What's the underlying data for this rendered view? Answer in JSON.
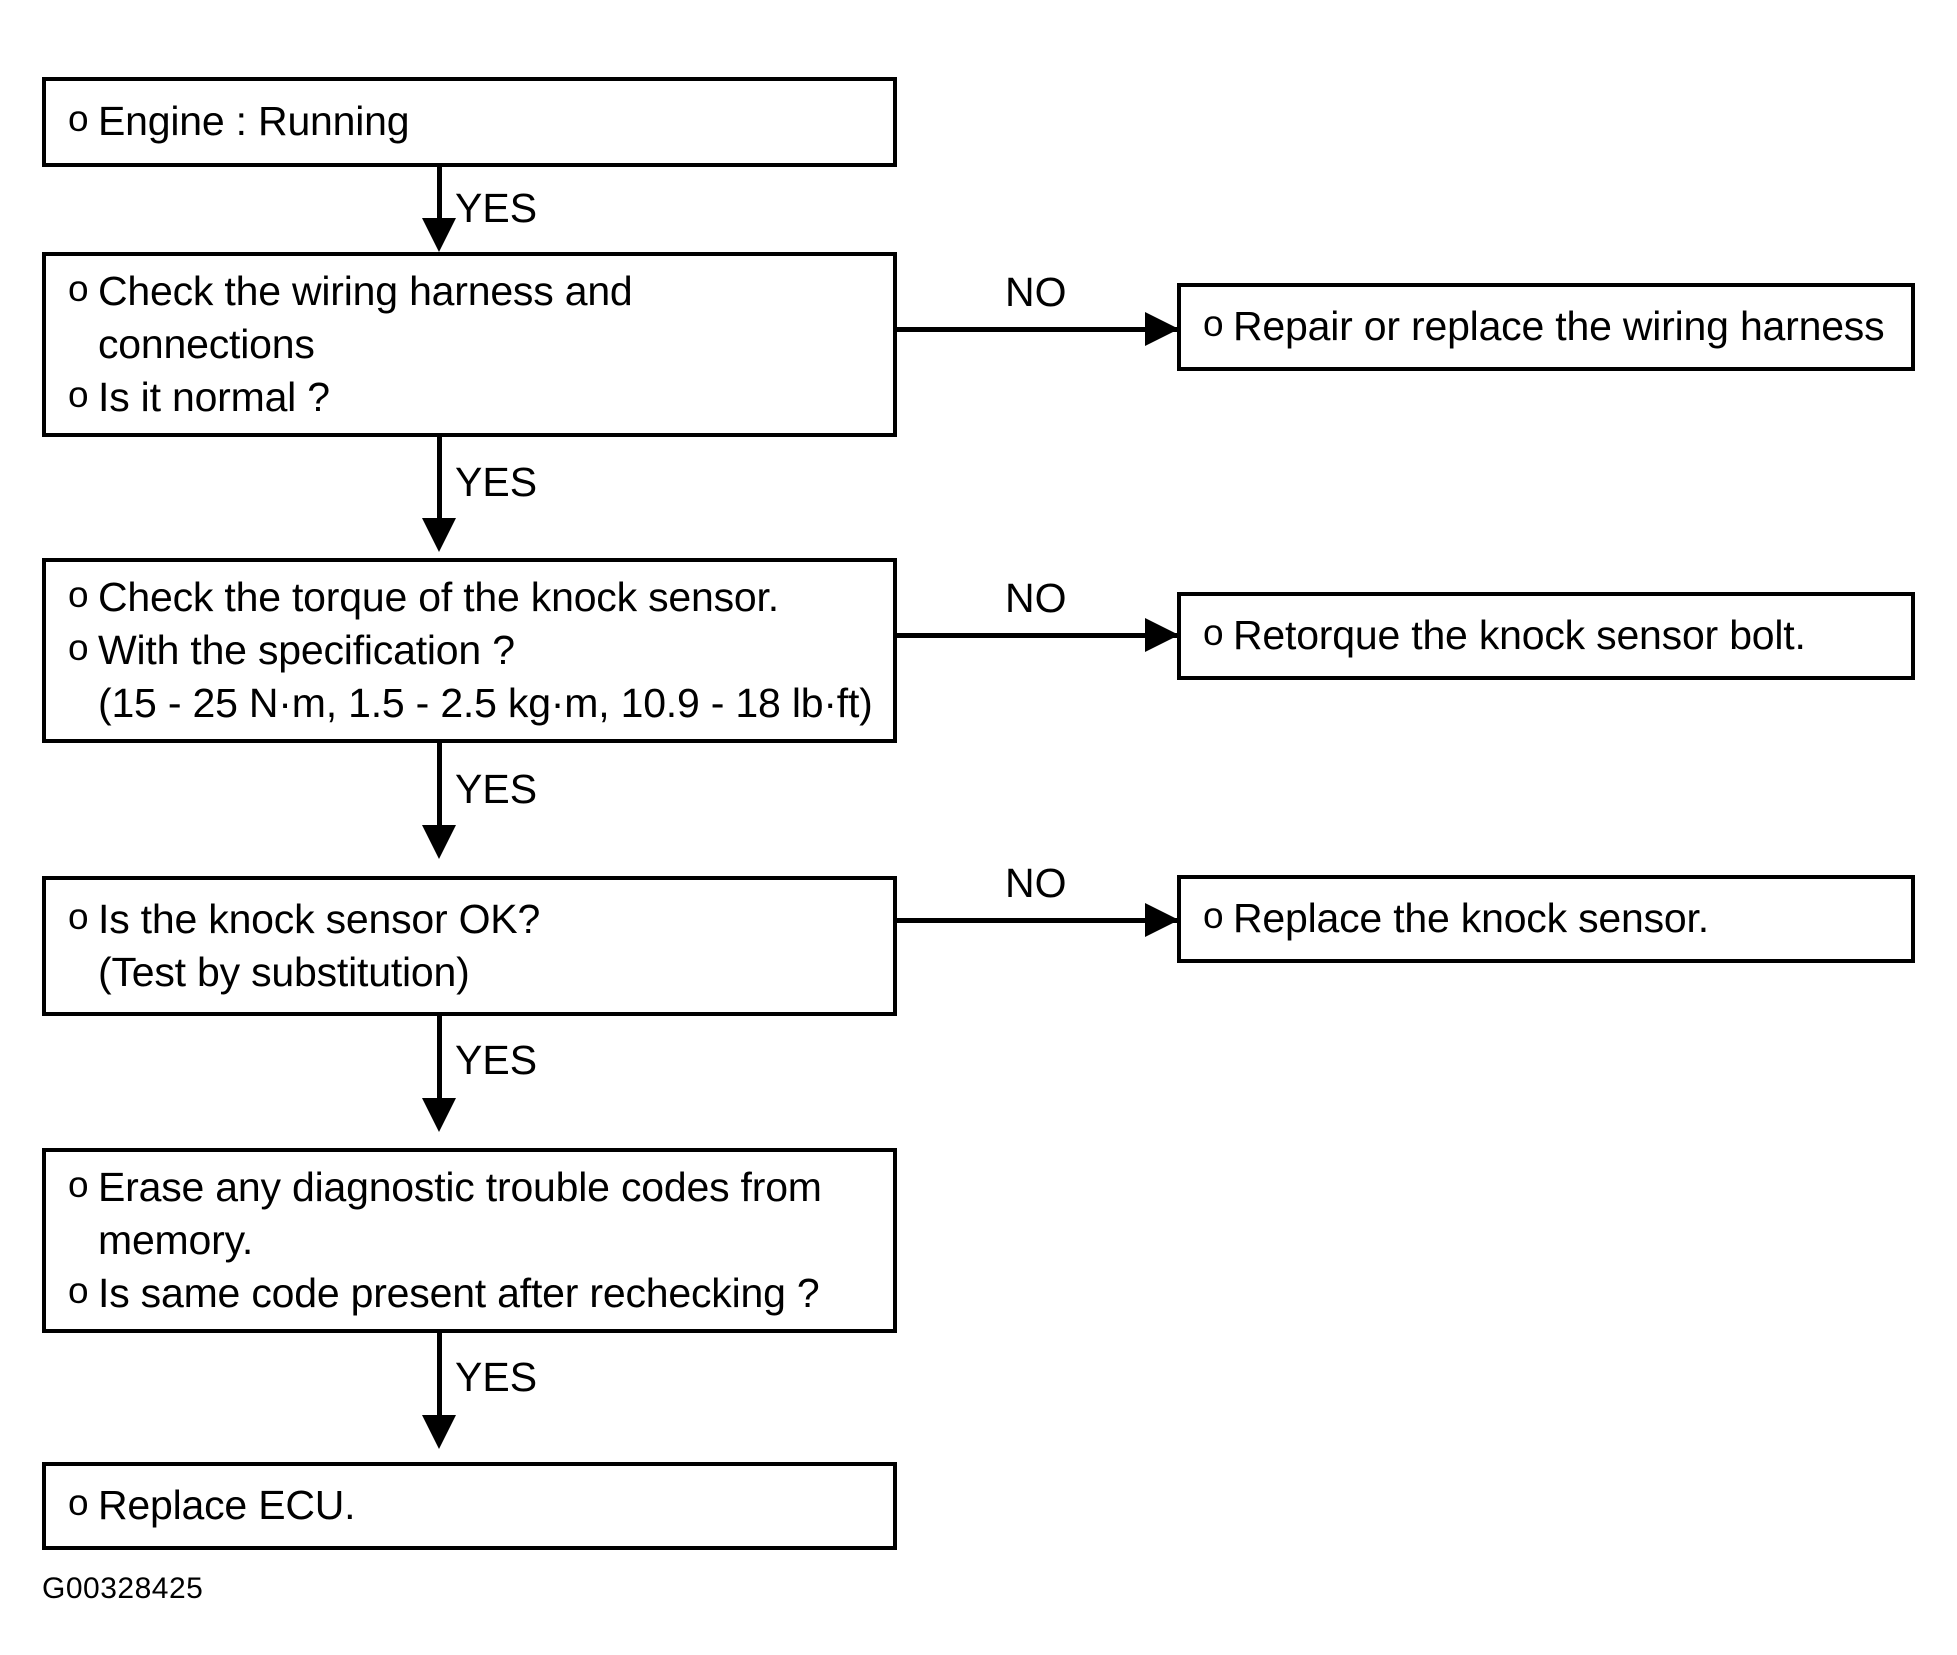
{
  "diagram": {
    "figure_id": "G00328425",
    "bullet_marker": "o",
    "yes_label": "YES",
    "no_label": "NO",
    "main_nodes": [
      {
        "id": "engine-running",
        "lines": [
          {
            "bullet": true,
            "text": "Engine : Running"
          }
        ]
      },
      {
        "id": "check-wiring-harness",
        "lines": [
          {
            "bullet": true,
            "text": "Check the wiring harness and"
          },
          {
            "bullet": false,
            "text": "connections"
          },
          {
            "bullet": true,
            "text": "Is it normal ?"
          }
        ]
      },
      {
        "id": "check-torque",
        "lines": [
          {
            "bullet": true,
            "text": "Check the torque of the knock sensor."
          },
          {
            "bullet": true,
            "text": "With the specification ?"
          },
          {
            "bullet": false,
            "text": "(15 - 25 N·m, 1.5 - 2.5 kg·m, 10.9 - 18 lb·ft)"
          }
        ]
      },
      {
        "id": "knock-sensor-ok",
        "lines": [
          {
            "bullet": true,
            "text": "Is the knock sensor OK?"
          },
          {
            "bullet": false,
            "text": "(Test by substitution)"
          }
        ]
      },
      {
        "id": "erase-codes",
        "lines": [
          {
            "bullet": true,
            "text": "Erase any diagnostic trouble codes from"
          },
          {
            "bullet": false,
            "text": "memory."
          },
          {
            "bullet": true,
            "text": "Is same code present after rechecking ?"
          }
        ]
      },
      {
        "id": "replace-ecu",
        "lines": [
          {
            "bullet": true,
            "text": "Replace ECU."
          }
        ]
      }
    ],
    "branch_nodes": [
      {
        "id": "repair-wiring-harness",
        "lines": [
          {
            "bullet": true,
            "text": "Repair or replace the wiring harness"
          }
        ]
      },
      {
        "id": "retorque-bolt",
        "lines": [
          {
            "bullet": true,
            "text": "Retorque the knock sensor bolt."
          }
        ]
      },
      {
        "id": "replace-knock-sensor",
        "lines": [
          {
            "bullet": true,
            "text": "Replace the knock sensor."
          }
        ]
      }
    ]
  },
  "colors": {
    "stroke": "#000000",
    "background": "#ffffff"
  }
}
